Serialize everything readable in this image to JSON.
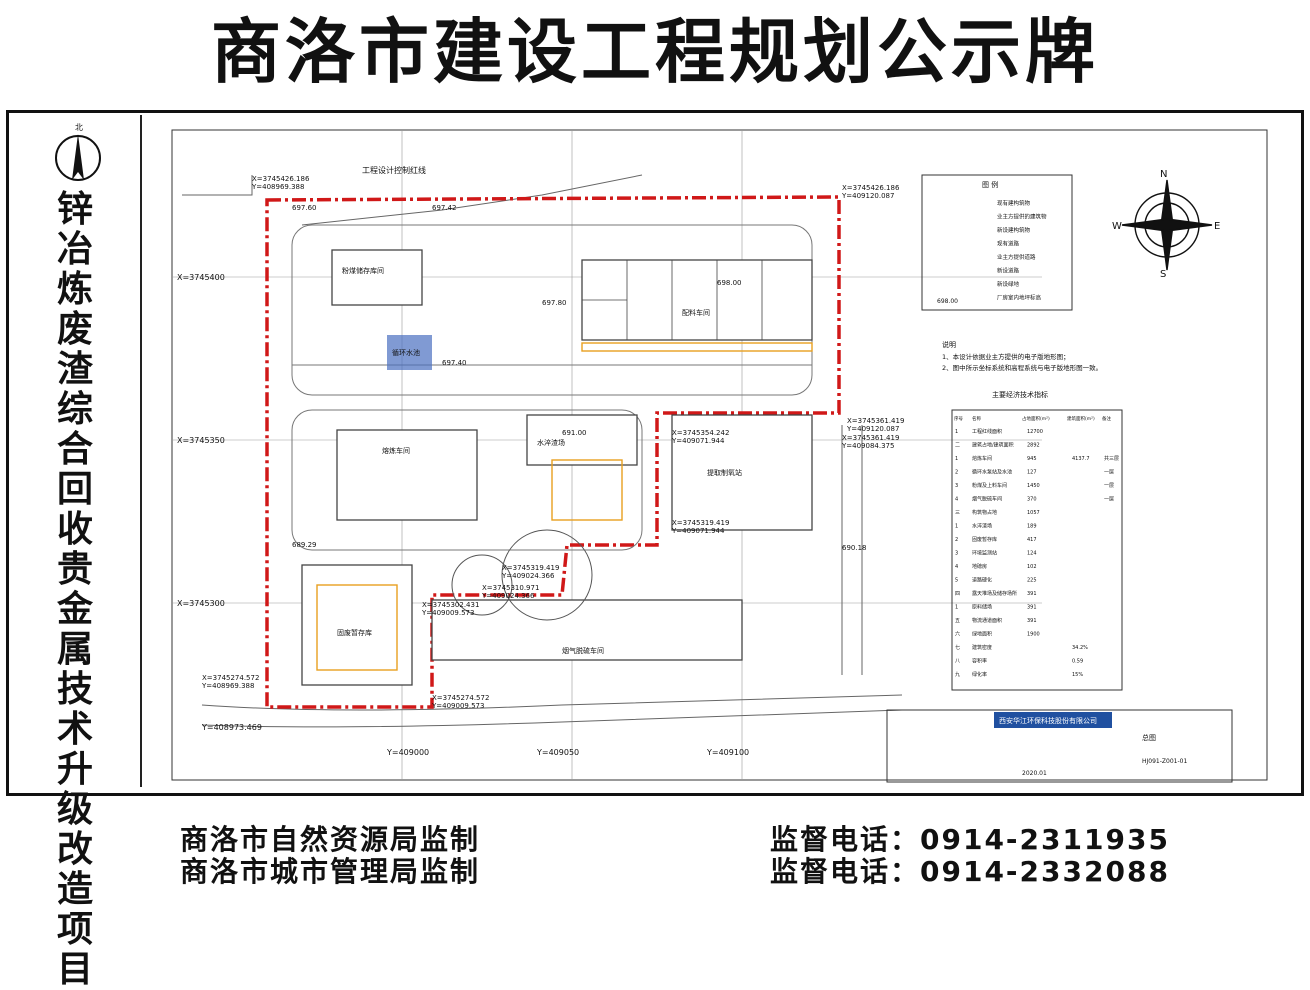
{
  "board": {
    "title": "商洛市建设工程规划公示牌",
    "project_name": "锌冶炼废渣综合回收贵金属技术升级改造项目"
  },
  "plan": {
    "control_line_label": "工程设计控制红线",
    "coords": [
      "X=3745426.186",
      "Y=408969.388",
      "X=3745426.186",
      "Y=409120.087",
      "X=3745361.419",
      "Y=409120.087",
      "X=3745354.242",
      "Y=409071.944",
      "X=3745319.419",
      "Y=409071.944",
      "X=3745302.431",
      "Y=409009.573",
      "X=3745274.572",
      "Y=408969.388",
      "X=3745274.572",
      "Y=409009.573",
      "X=3745310.971",
      "Y=409024.366",
      "X=3745319.419",
      "Y=409024.366",
      "X=3745361.419",
      "Y=409084.375"
    ],
    "grid_labels": [
      "X=3745400",
      "X=3745350",
      "X=3745300",
      "Y=408973.469",
      "Y=409050",
      "Y=409100",
      "Y=409000"
    ],
    "buildings": [
      "粉煤储存库间",
      "配料车间",
      "熔炼车间",
      "水淬渣场",
      "固废暂存库",
      "提取制氧站",
      "烟气脱硫车间",
      "循环水池"
    ],
    "elevations": [
      "697.60",
      "697.42",
      "697.80",
      "697.40",
      "698.00",
      "691.00",
      "690.18",
      "689.29"
    ]
  },
  "legend": {
    "title": "图  例",
    "items": [
      "现有建构筑物",
      "业主方提供的建筑物",
      "新设建构筑物",
      "现有道路",
      "业主方提供道路",
      "新设道路",
      "新设绿地",
      "厂房室内地坪标高"
    ],
    "elev_sample": "698.00"
  },
  "notes": {
    "title": "说明",
    "lines": [
      "1、本设计依据业主方提供的电子版地形图；",
      "2、图中所示坐标系统和高程系统与电子版地形图一致。"
    ]
  },
  "tech_table": {
    "title": "主要经济技术指标",
    "headers": [
      "序号",
      "名称",
      "占地面积(m²)",
      "建筑面积(m²)",
      "备注"
    ],
    "rows": [
      [
        "1",
        "工程红线面积",
        "12700",
        "",
        ""
      ],
      [
        "二",
        "建筑占地/建筑面积",
        "2892",
        "",
        ""
      ],
      [
        "1",
        "熔炼车间",
        "945",
        "4137.7",
        "共三层"
      ],
      [
        "2",
        "循环水泵站及水池",
        "127",
        "",
        "一层"
      ],
      [
        "3",
        "粉煤及上料车间",
        "1450",
        "",
        "一层"
      ],
      [
        "4",
        "烟气脱硫车间",
        "370",
        "",
        "一层"
      ],
      [
        "三",
        "构筑物占地",
        "1057",
        "",
        ""
      ],
      [
        "1",
        "水淬渣场",
        "189",
        "",
        ""
      ],
      [
        "2",
        "固废暂存库",
        "417",
        "",
        ""
      ],
      [
        "3",
        "环境监测站",
        "124",
        "",
        ""
      ],
      [
        "4",
        "地磅房",
        "102",
        "",
        ""
      ],
      [
        "5",
        "道路硬化",
        "225",
        "",
        ""
      ],
      [
        "四",
        "露天堆场及储存场所",
        "391",
        "",
        ""
      ],
      [
        "1",
        "原料储场",
        "391",
        "",
        ""
      ],
      [
        "五",
        "物流通道面积",
        "391",
        "",
        ""
      ],
      [
        "六",
        "绿地面积",
        "1900",
        "",
        ""
      ],
      [
        "七",
        "建筑密度",
        "",
        "34.2%",
        ""
      ],
      [
        "八",
        "容积率",
        "",
        "0.59",
        ""
      ],
      [
        "九",
        "绿化率",
        "",
        "15%",
        ""
      ]
    ]
  },
  "titleblock": {
    "company": "西安华江环保科技股份有限公司",
    "drawing": "总图",
    "number": "HJ091-Z001-01",
    "date": "2020.01"
  },
  "footer": {
    "supervise_1": "商洛市自然资源局监制",
    "supervise_2": "商洛市城市管理局监制",
    "phone_1": "监督电话：0914-2311935",
    "phone_2": "监督电话：0914-2332088"
  },
  "colors": {
    "red_line": "#d01818",
    "ink": "#111111",
    "building": "#555555",
    "highlight": "#e8a020"
  }
}
